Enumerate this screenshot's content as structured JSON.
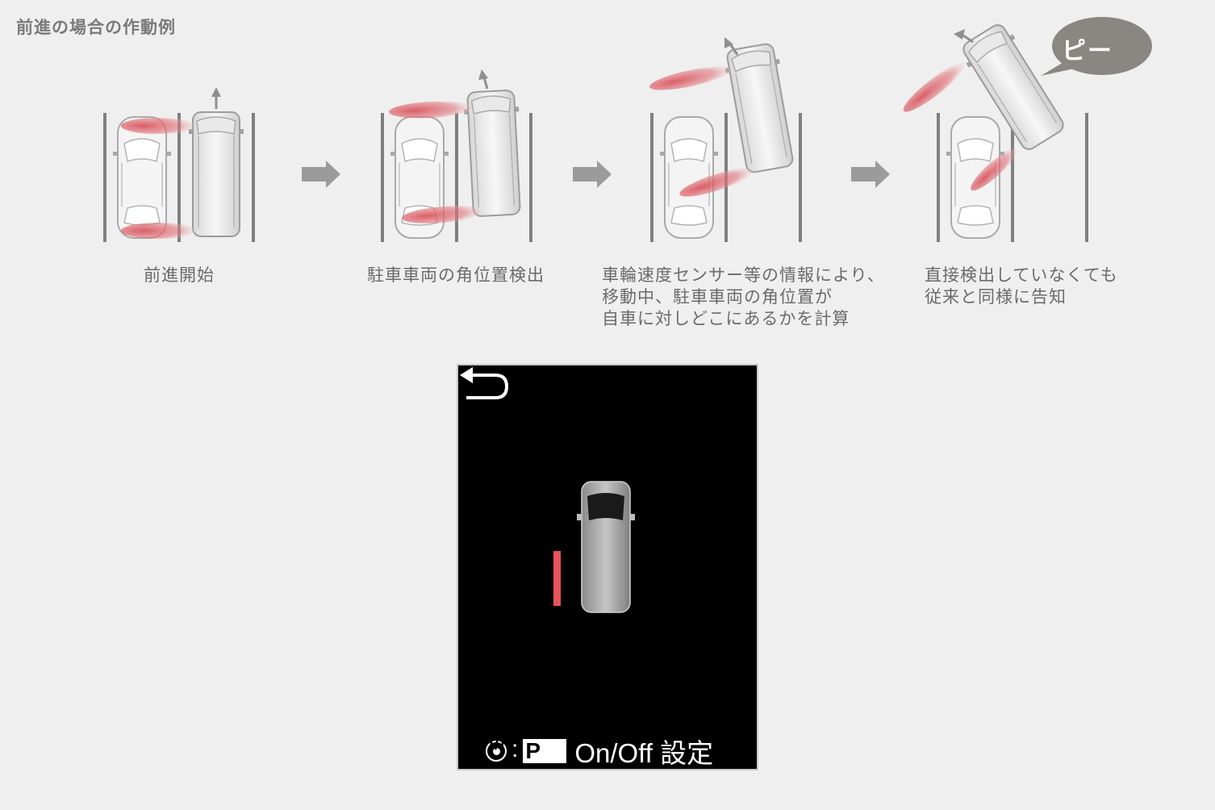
{
  "header": {
    "title": "前進の場合の作動例"
  },
  "steps": [
    {
      "caption": "前進開始"
    },
    {
      "caption": "駐車車両の角位置検出"
    },
    {
      "caption": "車輪速度センサー等の情報により、\n移動中、駐車車両の角位置が\n自車に対しどこにあるかを計算"
    },
    {
      "caption": "直接検出していなくても\n従来と同様に告知"
    }
  ],
  "sound_bubble": {
    "text": "ピー"
  },
  "display": {
    "return_icon": "return-arrow-icon",
    "button_icon": "dial-button-icon",
    "sensor_icon_letter": "P",
    "setting_label": "On/Off 設定",
    "warning_color": "#e8525a"
  },
  "colors": {
    "background": "#efefef",
    "arrow": "#9b9b9b",
    "sensor_beam": "#d9555e",
    "parking_line": "#7f7f7f"
  }
}
